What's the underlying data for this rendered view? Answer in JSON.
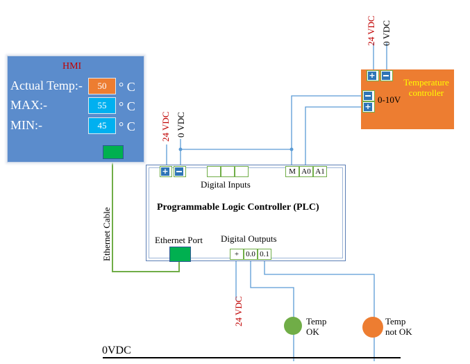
{
  "hmi": {
    "title": "HMI",
    "rows": [
      {
        "label": "Actual Temp:-",
        "value": "50",
        "unit": "° C",
        "box_color": "#ed7d31"
      },
      {
        "label": "MAX:-",
        "value": "55",
        "unit": "° C",
        "box_color": "#00b0f0"
      },
      {
        "label": "MIN:-",
        "value": "45",
        "unit": "° C",
        "box_color": "#00b0f0"
      }
    ]
  },
  "plc": {
    "title": "Programmable Logic Controller (PLC)",
    "digital_inputs_label": "Digital Inputs",
    "digital_outputs_label": "Digital Outputs",
    "ethernet_port_label": "Ethernet Port",
    "analog_terminals": [
      "M",
      "A0",
      "A1"
    ],
    "output_terminals": [
      "+",
      "0.0",
      "0.1"
    ]
  },
  "temperature_controller": {
    "label": "Temperature controller",
    "output_signal": "0-10V"
  },
  "power": {
    "supply_24v": "24 VDC",
    "supply_0v": "0 VDC",
    "ground_rail": "0VDC"
  },
  "cable": {
    "ethernet": "Ethernet Cable"
  },
  "lamps": [
    {
      "label_line1": "Temp",
      "label_line2": "OK",
      "color": "#70ad47"
    },
    {
      "label_line1": "Temp",
      "label_line2": "not OK",
      "color": "#ed7d31"
    }
  ],
  "colors": {
    "wire": "#5b9bd5",
    "ethernet": "#70ad47",
    "port": "#00b050"
  }
}
